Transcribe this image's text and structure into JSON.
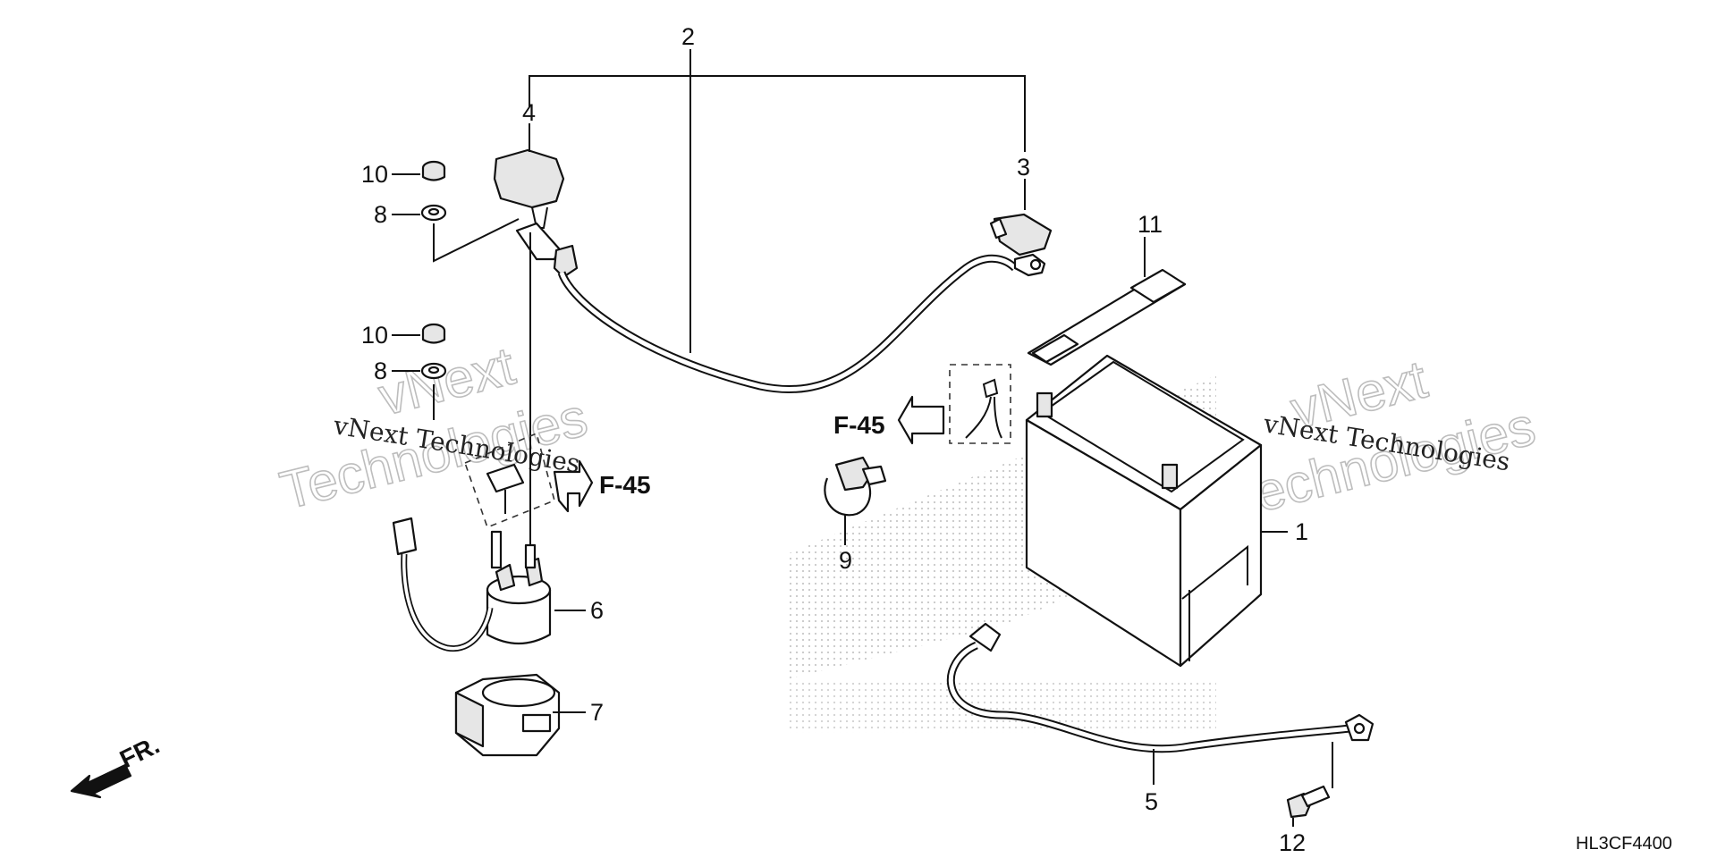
{
  "diagram": {
    "drawing_code": "HL3CF4400",
    "direction_label": "FR.",
    "callouts": {
      "c1": "1",
      "c2": "2",
      "c3": "3",
      "c4": "4",
      "c5": "5",
      "c6": "6",
      "c7": "7",
      "c8a": "8",
      "c8b": "8",
      "c9": "9",
      "c10a": "10",
      "c10b": "10",
      "c11": "11",
      "c12": "12"
    },
    "references": {
      "left": "F-45",
      "right": "F-45"
    },
    "watermark": {
      "line_small": "vNext Technologies",
      "line_big_top": "vNext",
      "line_big_bottom": "Technologies"
    }
  }
}
